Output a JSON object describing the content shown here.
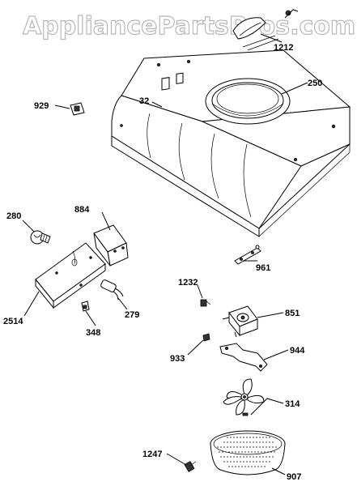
{
  "watermark": "AppliancePartsPros.com",
  "labels": {
    "p1212": "1212",
    "p250": "250",
    "p929": "929",
    "p32": "32",
    "p280": "280",
    "p884": "884",
    "p961": "961",
    "p2514": "2514",
    "p279": "279",
    "p348": "348",
    "p1232": "1232",
    "p851": "851",
    "p933": "933",
    "p944": "944",
    "p314": "314",
    "p1247": "1247",
    "p907": "907"
  }
}
